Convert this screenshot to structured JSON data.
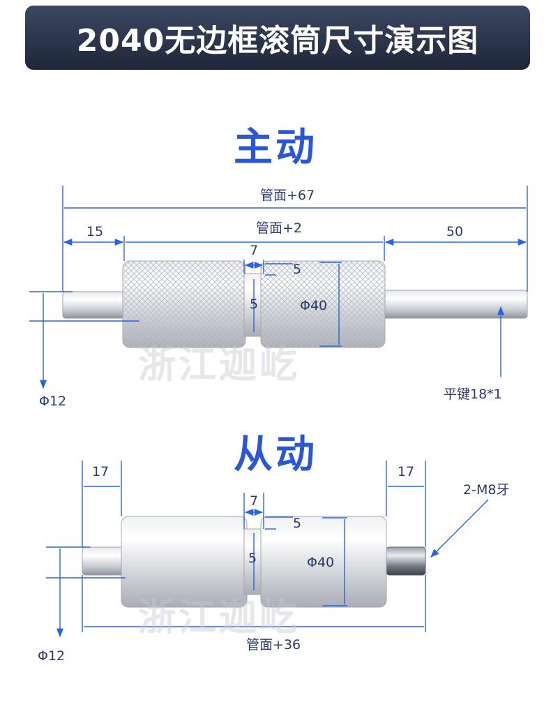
{
  "header": {
    "title": "2040无边框滚筒尺寸演示图"
  },
  "drive": {
    "title": "主动",
    "dim_total": "管面+67",
    "dim_tube": "管面+2",
    "dim_left": "15",
    "dim_right": "50",
    "dim_groove_w": "7",
    "dim_groove_d": "5",
    "dim_groove_d2": "5",
    "dim_diameter": "Φ40",
    "dim_shaft": "Φ12",
    "key_note": "平键18*1",
    "watermark": "浙江迦屹"
  },
  "driven": {
    "title": "从动",
    "dim_left": "17",
    "dim_right": "17",
    "dim_thread": "2-M8牙",
    "dim_groove_w": "7",
    "dim_groove_d": "5",
    "dim_groove_d2": "5",
    "dim_diameter": "Φ40",
    "dim_shaft": "Φ12",
    "dim_total": "管面+36",
    "watermark": "浙江迦屹"
  },
  "colors": {
    "dimension_line": "#2a63e0",
    "title_blue": "#2b57d6",
    "banner": "#2a3347"
  }
}
